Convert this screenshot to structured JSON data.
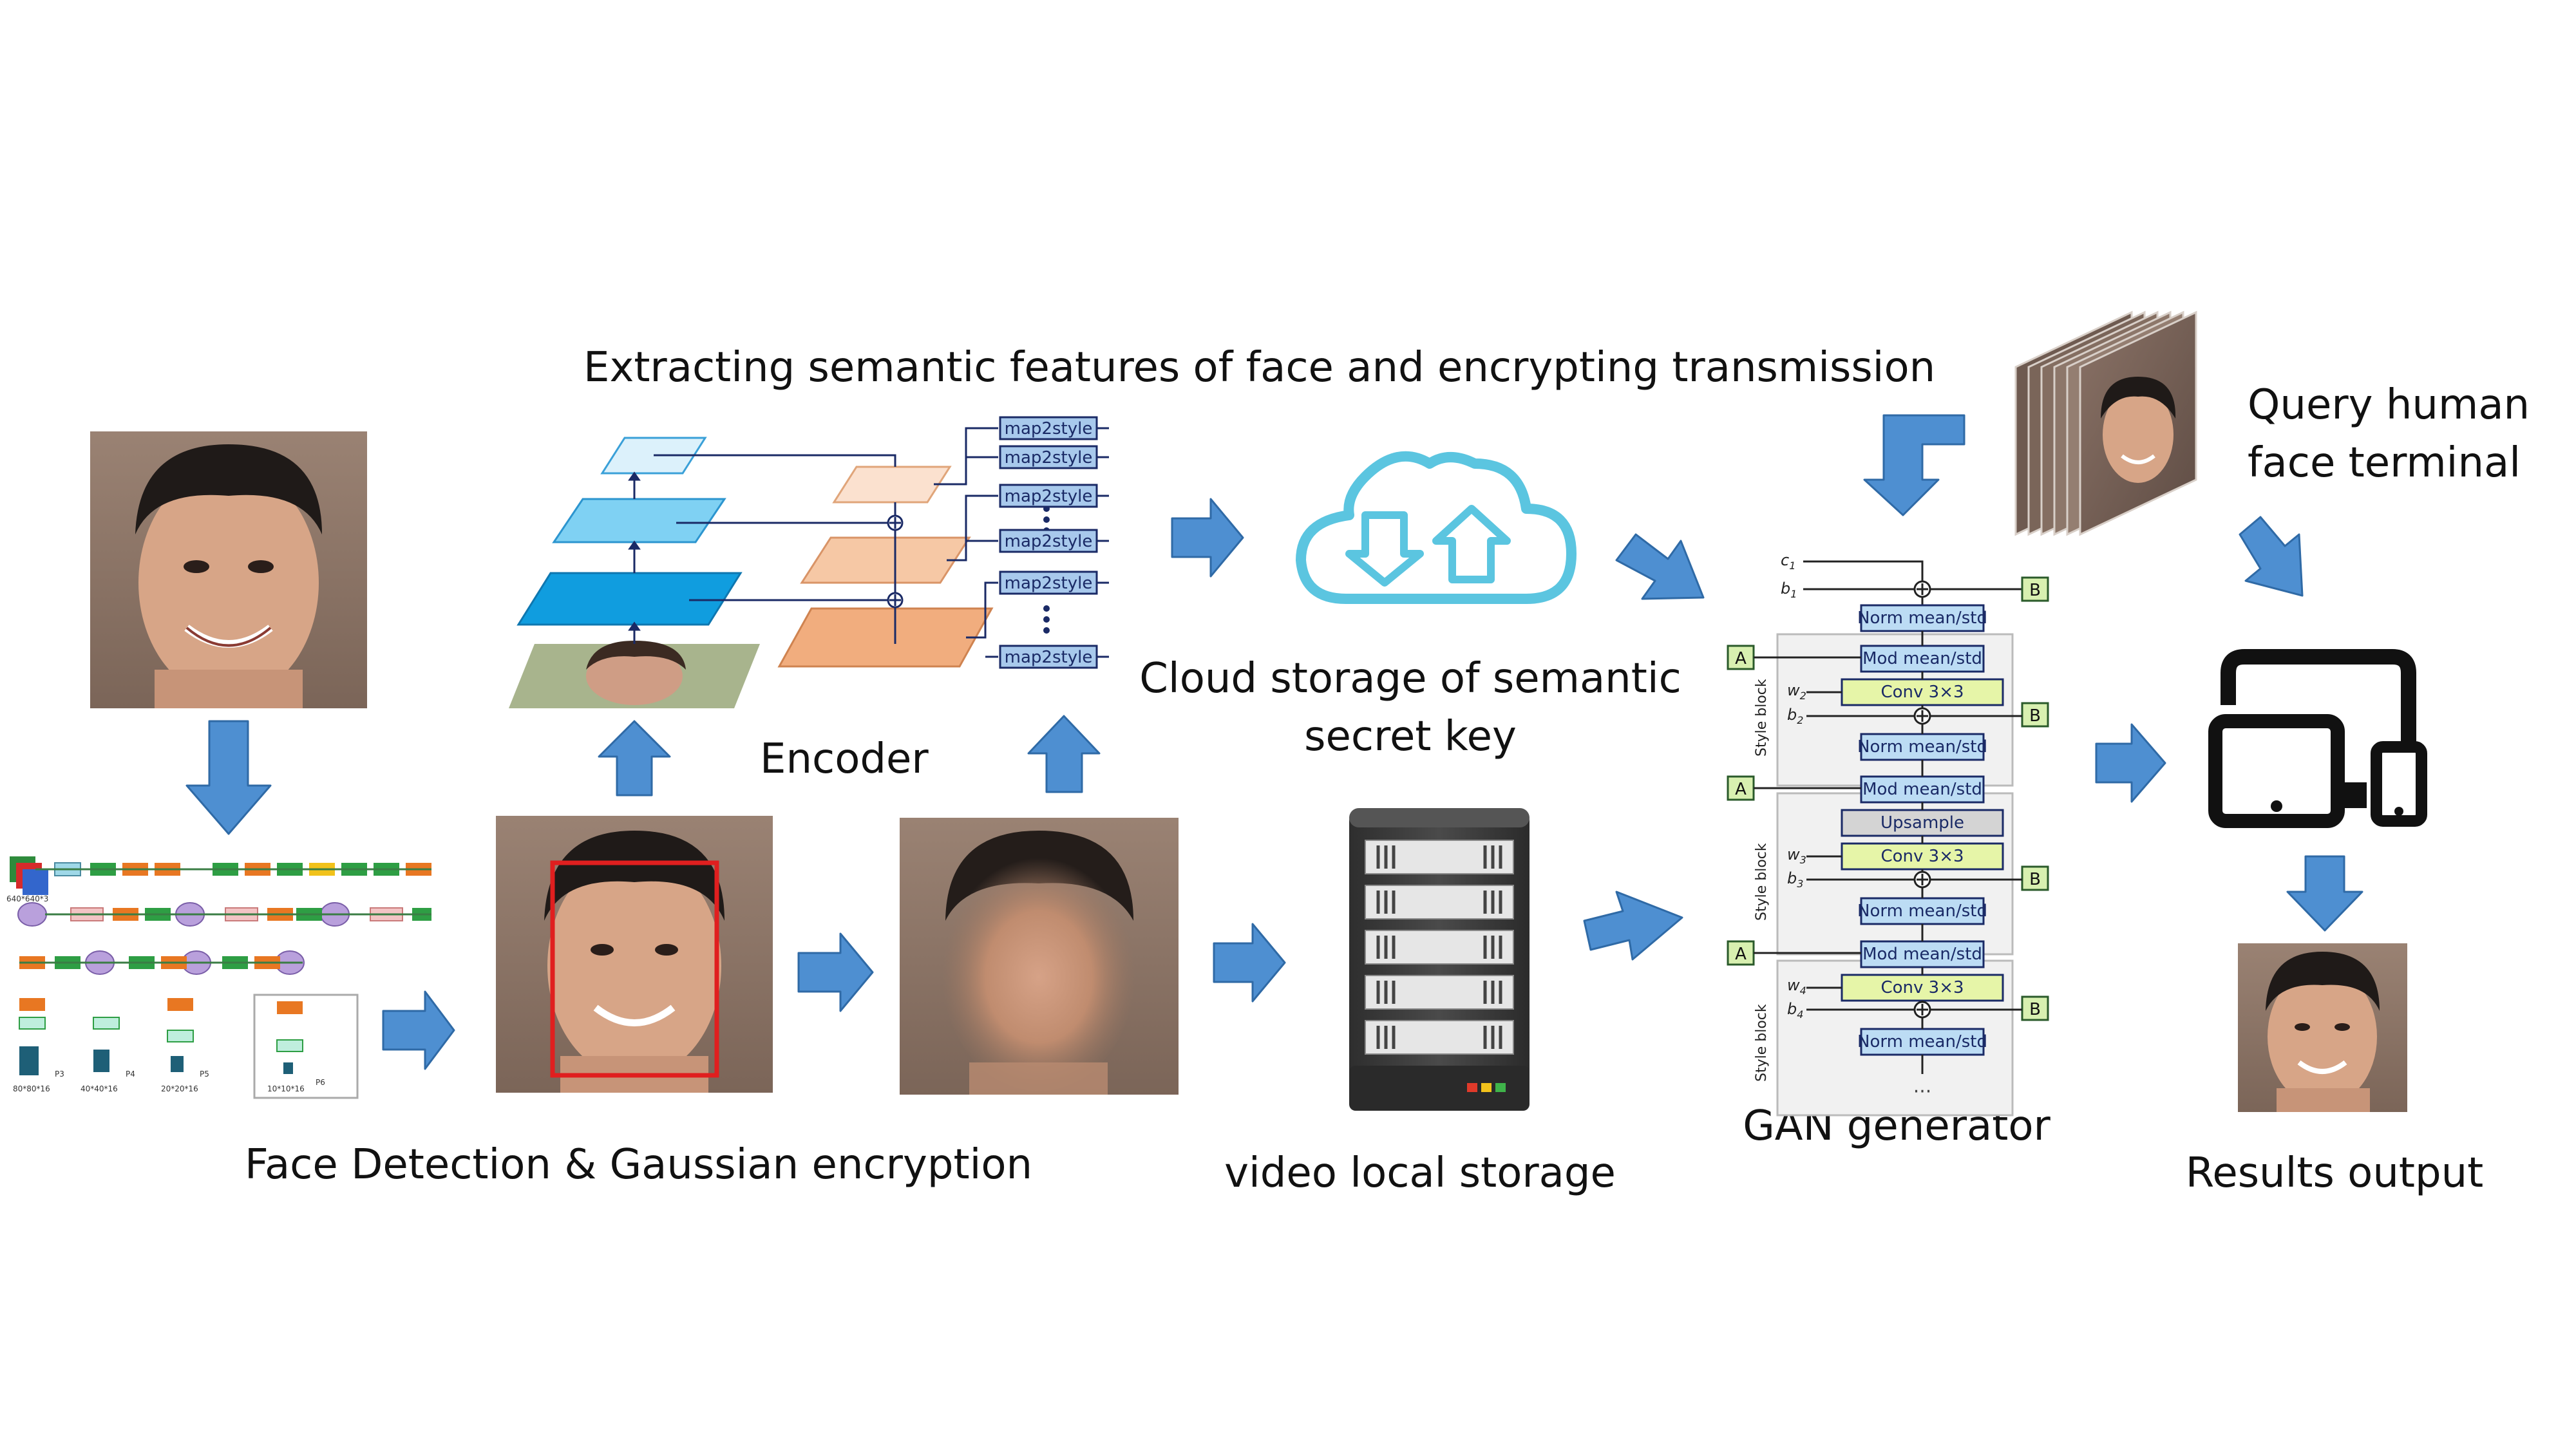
{
  "captions": {
    "top": "Extracting semantic features of face and encrypting transmission",
    "query_line1": "Query human",
    "query_line2": "face terminal",
    "encoder": "Encoder",
    "cloud_line1": "Cloud storage of semantic",
    "cloud_line2": "secret key",
    "gan": "GAN generator",
    "detection": "Face Detection & Gaussian encryption",
    "local": "video local storage",
    "results": "Results output"
  },
  "encoder_outputs": [
    "map2style",
    "map2style",
    "map2style",
    "map2style",
    "map2style",
    "map2style"
  ],
  "gan": {
    "c1": "c",
    "c1_sub": "1",
    "b_label": "b",
    "w_label": "w",
    "A": "A",
    "B": "B",
    "norm": "Norm mean/std",
    "mod": "Mod mean/std",
    "conv": "Conv 3×3",
    "upsample": "Upsample",
    "style_block": "Style block",
    "subs": {
      "b1": "1",
      "w2": "2",
      "b2": "2",
      "w3": "3",
      "b3": "3",
      "w4": "4",
      "b4": "4"
    },
    "dots": "···"
  },
  "colors": {
    "arrow_fill": "#4e8fd1",
    "arrow_stroke": "#2f6aa6",
    "cloud": "#5bc5e0",
    "detect_box": "#e01f1f",
    "skin": "#d7a587",
    "background_face": "#8c7362"
  }
}
